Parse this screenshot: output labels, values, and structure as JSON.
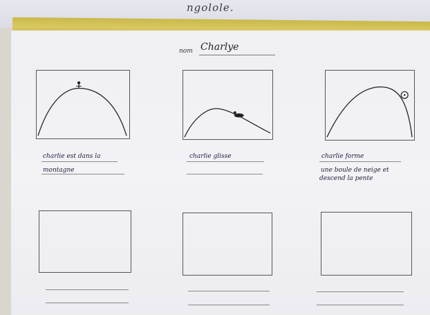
{
  "header": {
    "top_text": "ngolole."
  },
  "worksheet": {
    "name_label": "nom",
    "name_value": "Charlye"
  },
  "panels": [
    {
      "caption_line1": "charlie est dans la",
      "caption_line2": "montagne",
      "scene": "mountain-with-person-icon"
    },
    {
      "caption_line1": "charlie glisse",
      "caption_line2": "",
      "scene": "slope-with-sled-icon"
    },
    {
      "caption_line1": "charlie forme",
      "caption_line2": "une boule de neige et",
      "caption_line3": "descend la pente",
      "scene": "hill-with-snowball-icon"
    }
  ]
}
